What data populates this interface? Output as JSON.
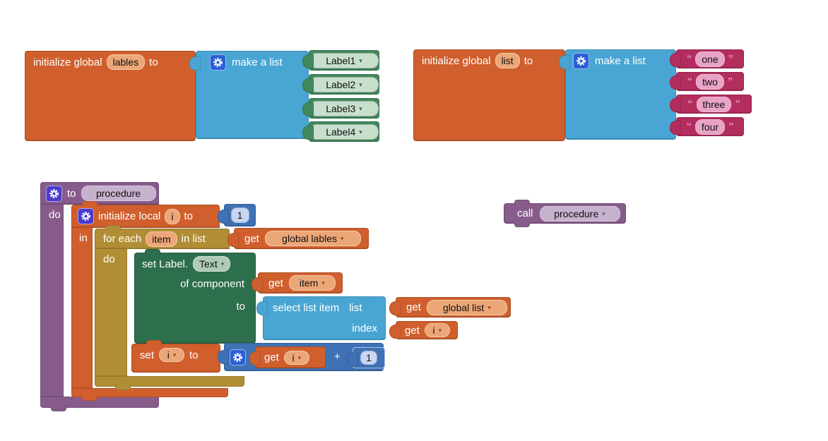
{
  "icons": {
    "dropdown_arrow": "▾",
    "mutator_gear": "gear"
  },
  "colors": {
    "workspace_bg": "#FFFFFF",
    "variables_orange": "#D05F2D",
    "variables_field": "#ECA778",
    "lists_blue": "#49A6D4",
    "math_blue": "#3F71B5",
    "math_field": "#C9D6F2",
    "text_magenta": "#B32D5E",
    "text_field": "#E8A3C6",
    "component_green": "#41895E",
    "component_field": "#C9DFCE",
    "setter_green": "#2D6E4D",
    "setter_field": "#AECBB5",
    "control_gold": "#B18E35",
    "procedure_purple": "#875C8B",
    "procedure_field": "#C7B2CE",
    "gear_blue": "#2B5FD5",
    "gear_indigo": "#4B3BCB"
  },
  "blocks": {
    "initGlobalLables": {
      "keyword": "initialize global",
      "name": "lables",
      "to": "to",
      "makeList": {
        "label": "make a list",
        "items": [
          "Label1",
          "Label2",
          "Label3",
          "Label4"
        ]
      }
    },
    "initGlobalList": {
      "keyword": "initialize global",
      "name": "list",
      "to": "to",
      "makeList": {
        "label": "make a list"
      },
      "quote_open": "“",
      "quote_close": "”",
      "strings": [
        "one",
        "two",
        "three",
        "four"
      ]
    },
    "procedureDef": {
      "to": "to",
      "name": "procedure",
      "do": "do",
      "initLocal": {
        "keyword": "initialize local",
        "name": "i",
        "to": "to",
        "in": "in",
        "value": "1"
      },
      "forEach": {
        "keyword": "for each",
        "item": "item",
        "in_list": "in list",
        "do": "do",
        "getList": {
          "get": "get",
          "var": "global lables"
        }
      },
      "setProperty": {
        "keyword": "set Label.",
        "property": "Text",
        "of_component": "of component",
        "to": "to",
        "getComponent": {
          "get": "get",
          "var": "item"
        },
        "selectListItem": {
          "keyword": "select list item",
          "list_label": "list",
          "index_label": "index",
          "getList": {
            "get": "get",
            "var": "global list"
          },
          "getIndex": {
            "get": "get",
            "var": "i"
          }
        }
      },
      "increment": {
        "set": "set",
        "var": "i",
        "to": "to",
        "getVar": {
          "get": "get",
          "var": "i"
        },
        "operator": "+",
        "value": "1"
      }
    },
    "callProcedure": {
      "call": "call",
      "name": "procedure"
    }
  }
}
